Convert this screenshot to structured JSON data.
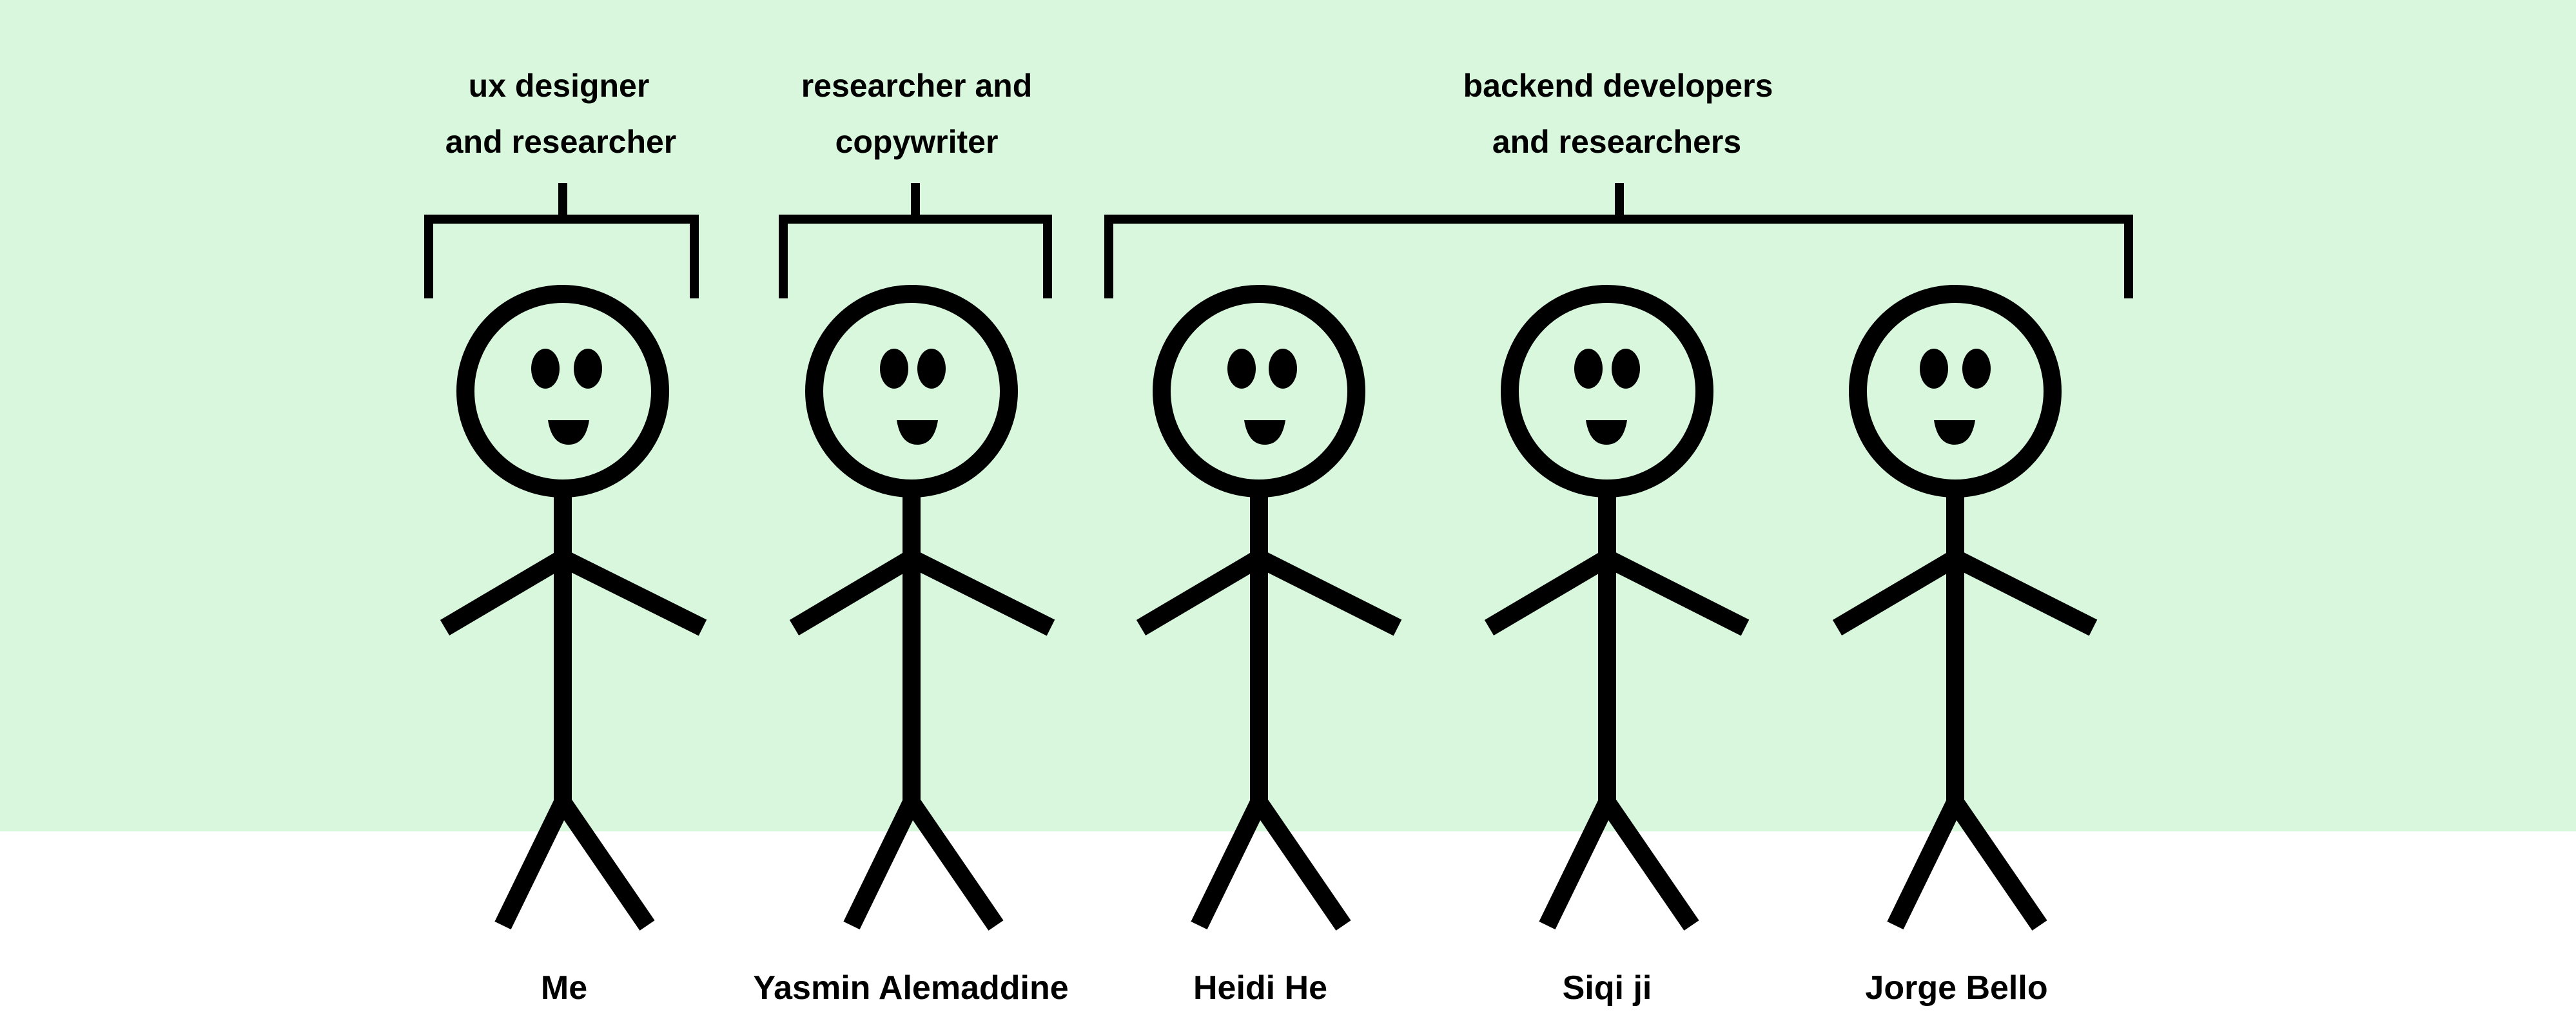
{
  "colors": {
    "background_band": "#d8f7dc",
    "background_page": "#ffffff",
    "ink": "#000000"
  },
  "groups": [
    {
      "label_lines": [
        "ux designer",
        "and researcher"
      ]
    },
    {
      "label_lines": [
        "researcher and",
        "copywriter"
      ]
    },
    {
      "label_lines": [
        "backend developers",
        "and researchers"
      ]
    }
  ],
  "people": [
    {
      "name": "Me",
      "icon": "stick-figure-icon"
    },
    {
      "name": "Yasmin Alemaddine",
      "icon": "stick-figure-icon"
    },
    {
      "name": "Heidi He",
      "icon": "stick-figure-icon"
    },
    {
      "name": "Siqi ji",
      "icon": "stick-figure-icon"
    },
    {
      "name": "Jorge Bello",
      "icon": "stick-figure-icon"
    }
  ]
}
